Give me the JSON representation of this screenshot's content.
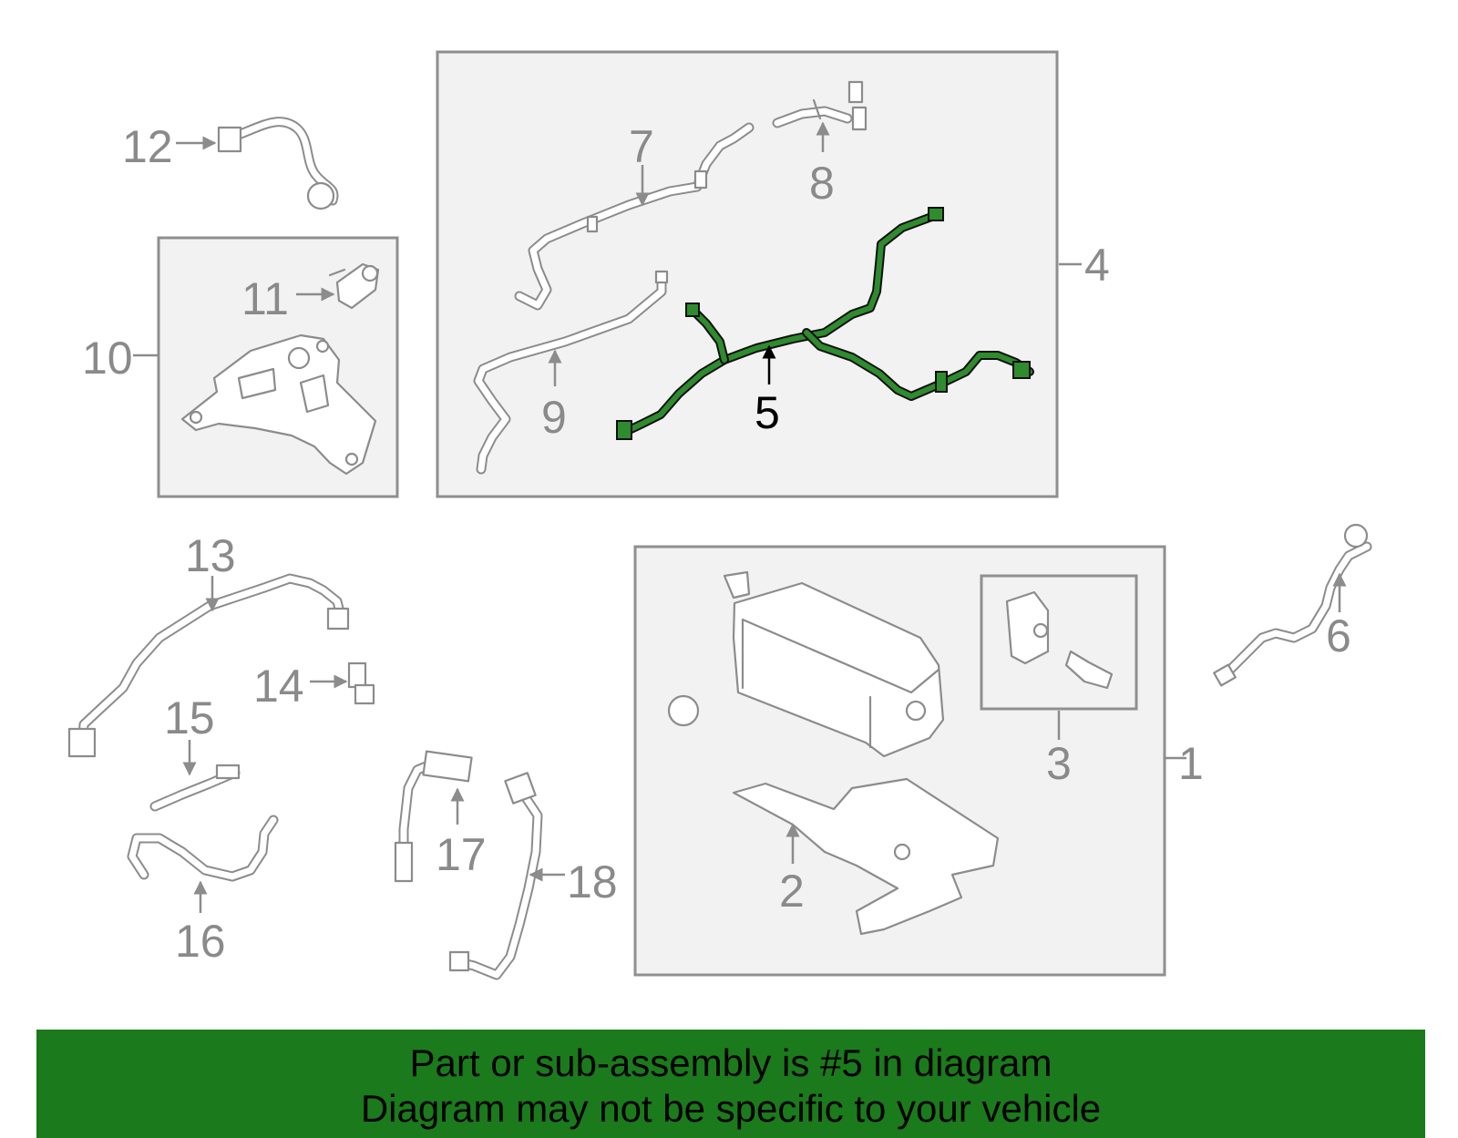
{
  "colors": {
    "highlight": "#2e8b2e",
    "banner": "#1b7a1b",
    "parts": "#8c8c8c",
    "box": "#f2f2f2"
  },
  "callouts": {
    "c1": "1",
    "c2": "2",
    "c3": "3",
    "c4": "4",
    "c5": "5",
    "c6": "6",
    "c7": "7",
    "c8": "8",
    "c9": "9",
    "c10": "10",
    "c11": "11",
    "c12": "12",
    "c13": "13",
    "c14": "14",
    "c15": "15",
    "c16": "16",
    "c17": "17",
    "c18": "18"
  },
  "highlighted_part": "5",
  "banner": {
    "line1": "Part or sub-assembly is #5 in diagram",
    "line2": "Diagram may not be specific to your vehicle"
  }
}
